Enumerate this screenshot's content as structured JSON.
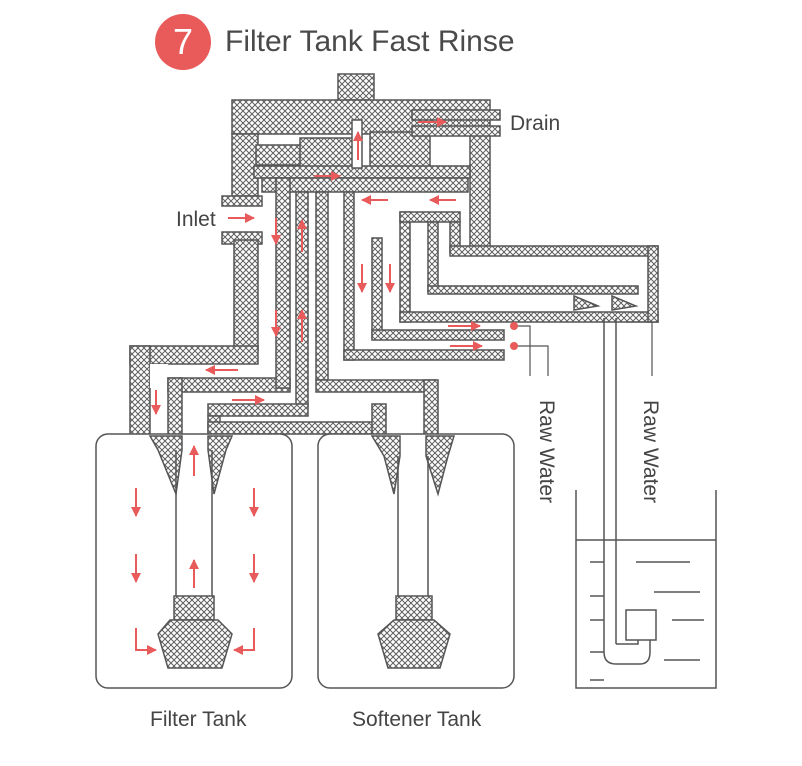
{
  "header": {
    "step_number": "7",
    "title": "Filter Tank Fast Rinse"
  },
  "labels": {
    "drain": "Drain",
    "inlet": "Inlet",
    "raw_water_1": "Raw Water",
    "raw_water_2": "Raw Water",
    "filter_tank": "Filter Tank",
    "softener_tank": "Softener Tank"
  },
  "colors": {
    "accent": "#e95a5a",
    "outline": "#555555",
    "text": "#444444",
    "hatch": "#5f5f5f"
  }
}
